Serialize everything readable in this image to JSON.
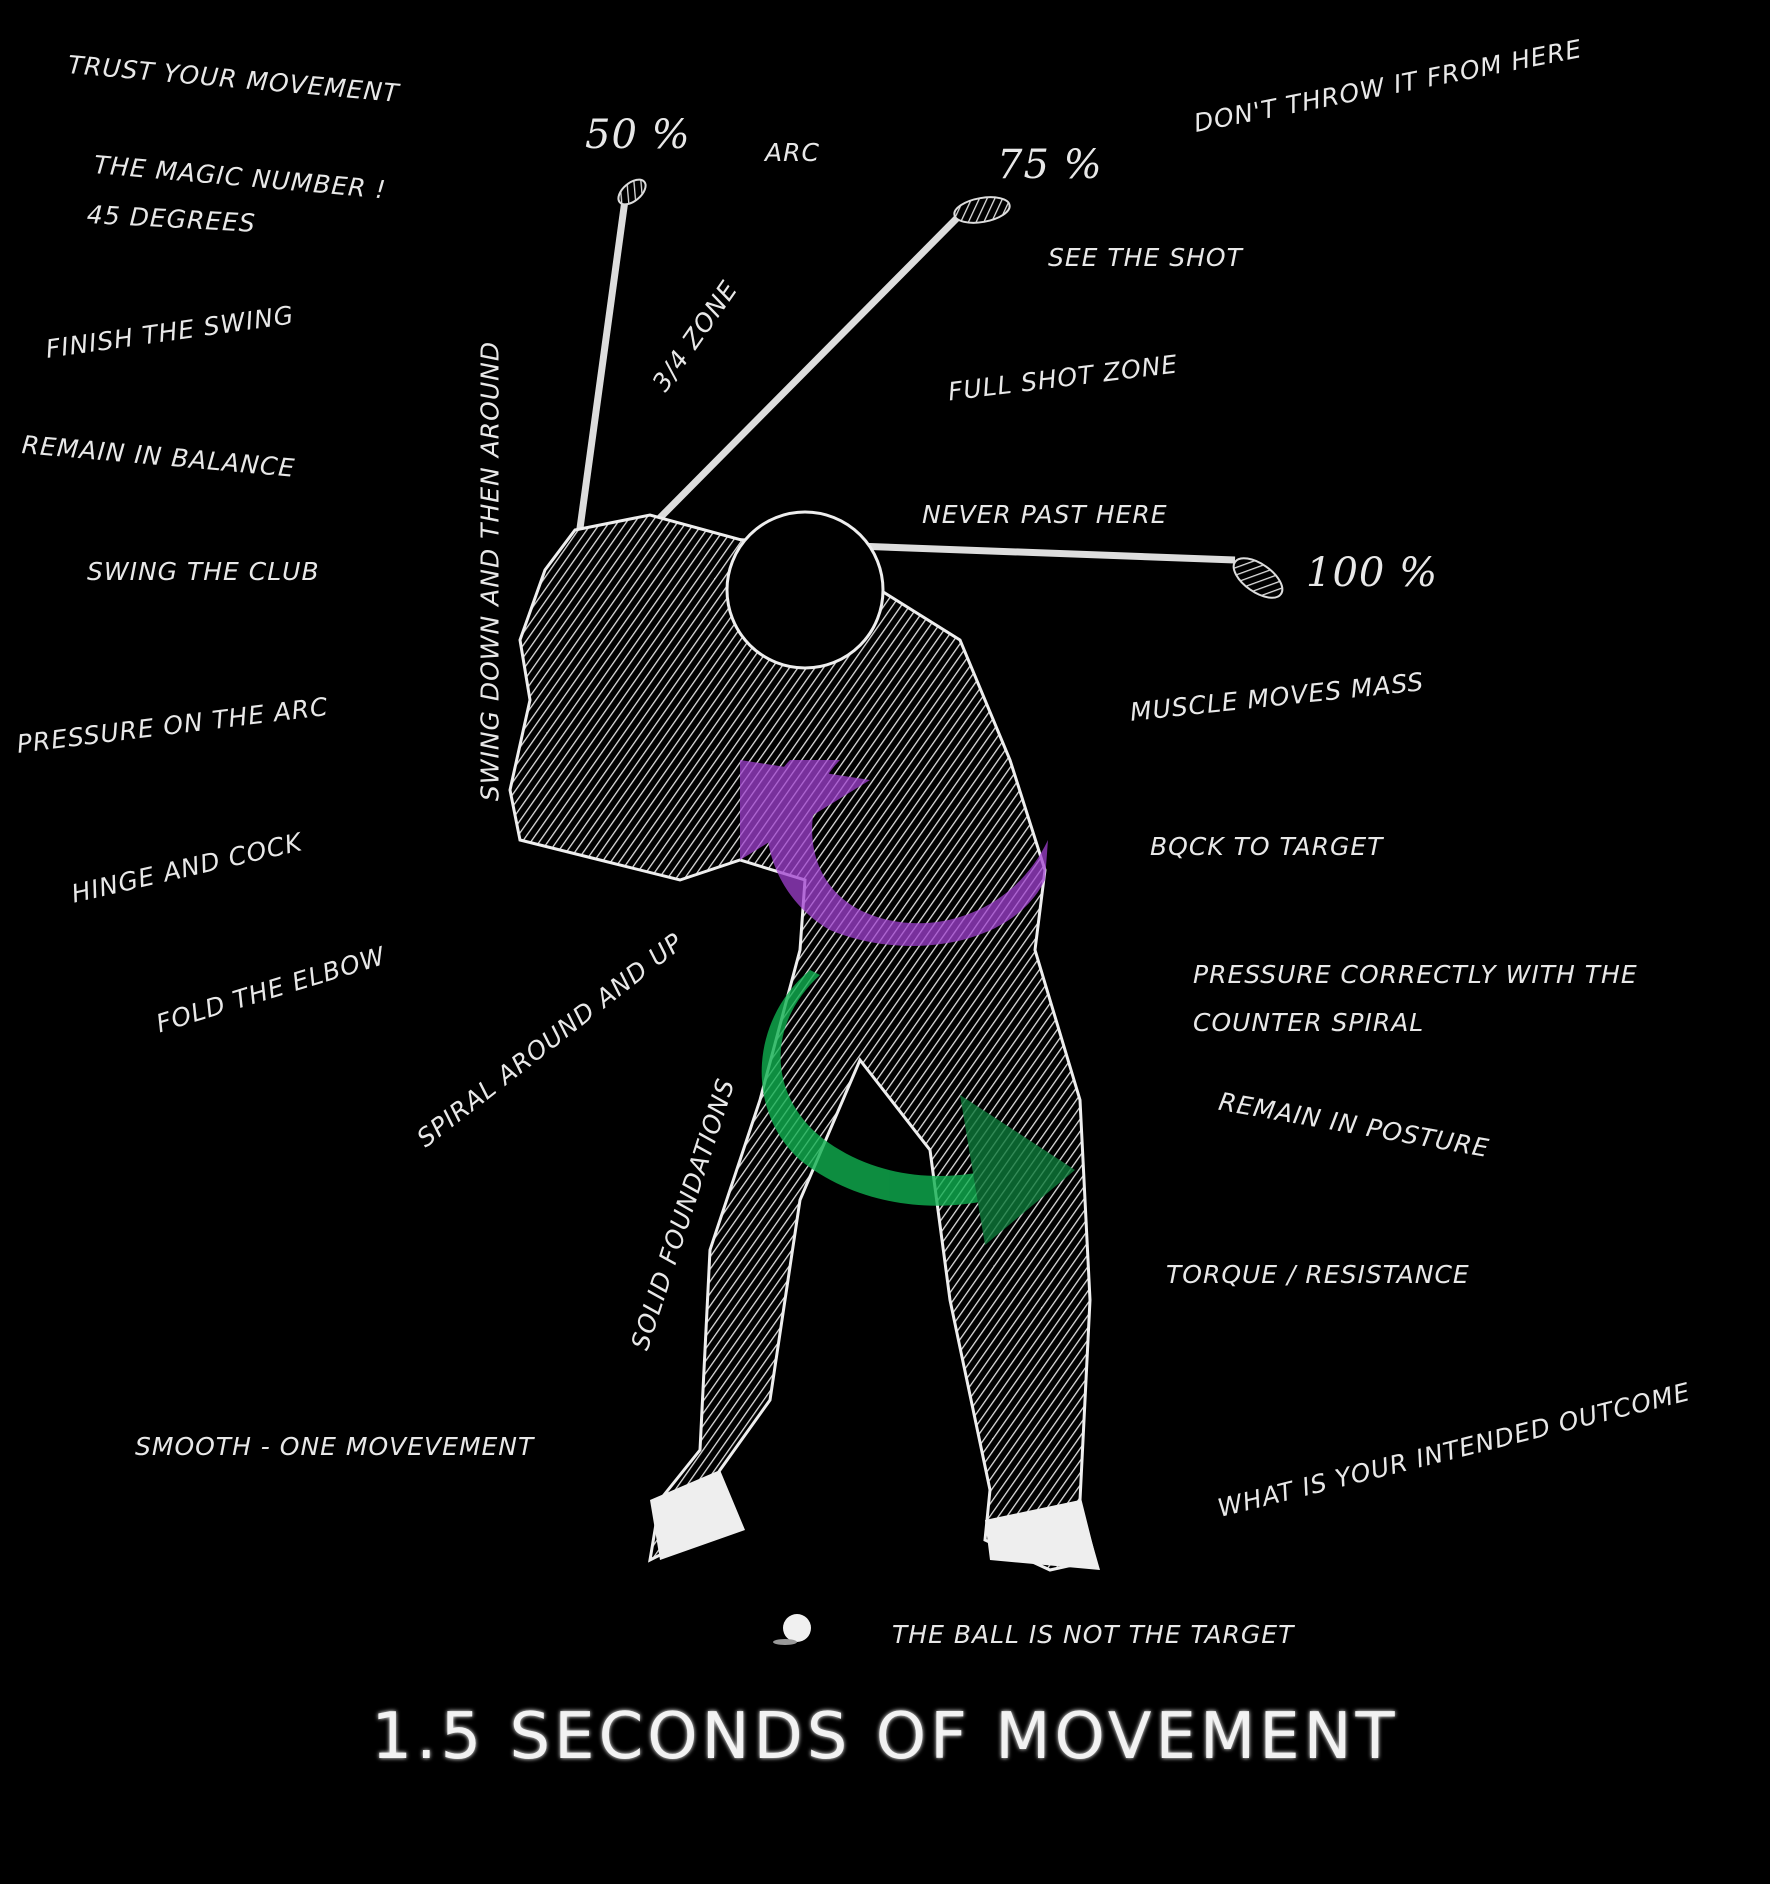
{
  "title": "1.5 SECONDS OF MOVEMENT",
  "labels": {
    "trust": "TRUST YOUR MOVEMENT",
    "magic": "THE MAGIC NUMBER !",
    "degrees": "45 DEGREES",
    "finish": "FINISH THE SWING",
    "balance": "REMAIN IN BALANCE",
    "swing_club": "SWING THE CLUB",
    "pressure_arc": "PRESSURE ON THE ARC",
    "hinge": "HINGE AND COCK",
    "fold": "FOLD THE ELBOW",
    "spiral": "SPIRAL AROUND AND UP",
    "solid": "SOLID FOUNDATIONS",
    "swing_down": "SWING DOWN AND THEN AROUND",
    "three_quarter": "3/4 ZONE",
    "pct50": "50 %",
    "arc": "ARC",
    "pct75": "75 %",
    "dont_throw": "DON'T THROW IT FROM HERE",
    "see_shot": "SEE THE SHOT",
    "full_shot": "FULL SHOT ZONE",
    "never_past": "NEVER PAST HERE",
    "pct100": "100 %",
    "muscle": "MUSCLE MOVES MASS",
    "back_target": "BQCK TO TARGET",
    "counter_1": "PRESSURE CORRECTLY WITH THE",
    "counter_2": "COUNTER SPIRAL",
    "posture": "REMAIN IN POSTURE",
    "torque": "TORQUE / RESISTANCE",
    "outcome": "WHAT IS YOUR INTENDED OUTCOME",
    "smooth": "SMOOTH - ONE MOVEVEMENT",
    "ball": "THE BALL IS NOT THE TARGET"
  },
  "colors": {
    "background": "#000000",
    "text": "#e8e8e8",
    "purple_arrow": "#a040d0",
    "green_arrow": "#10b050"
  }
}
